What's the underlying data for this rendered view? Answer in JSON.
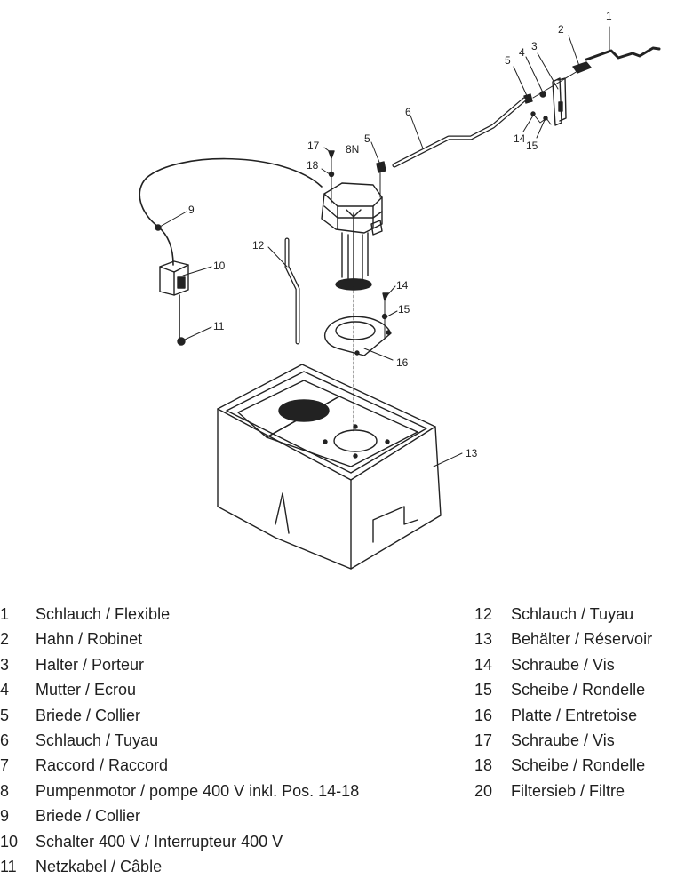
{
  "diagram": {
    "callouts": {
      "c1": "1",
      "c2": "2",
      "c3": "3",
      "c4": "4",
      "c5a": "5",
      "c5b": "5",
      "c6": "6",
      "c8n": "8N",
      "c9": "9",
      "c10": "10",
      "c11": "11",
      "c12": "12",
      "c13": "13",
      "c14a": "14",
      "c14b": "14",
      "c15a": "15",
      "c15b": "15",
      "c16": "16",
      "c17": "17",
      "c18": "18"
    }
  },
  "legend": {
    "left": [
      {
        "num": "1",
        "text": "Schlauch / Flexible"
      },
      {
        "num": "2",
        "text": "Hahn / Robinet"
      },
      {
        "num": "3",
        "text": "Halter / Porteur"
      },
      {
        "num": "4",
        "text": "Mutter / Ecrou"
      },
      {
        "num": "5",
        "text": "Briede / Collier"
      },
      {
        "num": "6",
        "text": "Schlauch / Tuyau"
      },
      {
        "num": "7",
        "text": "Raccord / Raccord"
      },
      {
        "num": "8",
        "text": "Pumpenmotor / pompe 400 V inkl. Pos. 14-18"
      },
      {
        "num": "9",
        "text": "Briede / Collier"
      },
      {
        "num": "10",
        "text": "Schalter 400 V / Interrupteur 400 V"
      },
      {
        "num": "11",
        "text": "Netzkabel / Câble"
      }
    ],
    "right": [
      {
        "num": "12",
        "text": "Schlauch / Tuyau"
      },
      {
        "num": "13",
        "text": "Behälter / Réservoir"
      },
      {
        "num": "14",
        "text": "Schraube / Vis"
      },
      {
        "num": "15",
        "text": "Scheibe / Rondelle"
      },
      {
        "num": "16",
        "text": "Platte / Entretoise"
      },
      {
        "num": "17",
        "text": "Schraube / Vis"
      },
      {
        "num": "18",
        "text": "Scheibe / Rondelle"
      },
      {
        "num": "20",
        "text": "Filtersieb / Filtre"
      }
    ]
  }
}
